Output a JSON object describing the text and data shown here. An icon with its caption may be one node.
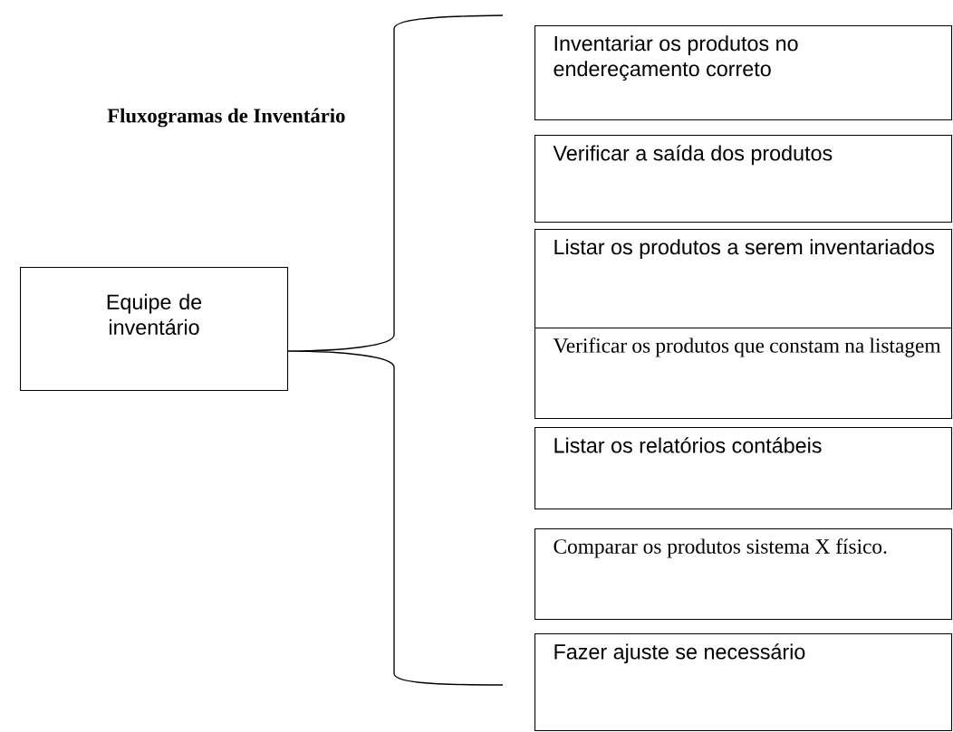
{
  "diagram": {
    "title": "Fluxogramas de Inventário",
    "nodes": [
      {
        "text": [
          "Equipe de inventário"
        ]
      },
      {
        "text": [
          "Inventariar os produtos no endereçamento correto"
        ]
      },
      {
        "text": [
          "Verificar a saída dos produtos"
        ]
      },
      {
        "text": [
          "Listar os produtos a serem inventariados"
        ]
      },
      {
        "text": [
          "Verificar os produtos que constam na listagem"
        ]
      },
      {
        "text": [
          "Listar os relatórios contábeis"
        ]
      },
      {
        "text": [
          "Comparar os produtos  sistema X físico."
        ]
      },
      {
        "text": [
          "Fazer ajuste se necessário"
        ]
      }
    ]
  }
}
